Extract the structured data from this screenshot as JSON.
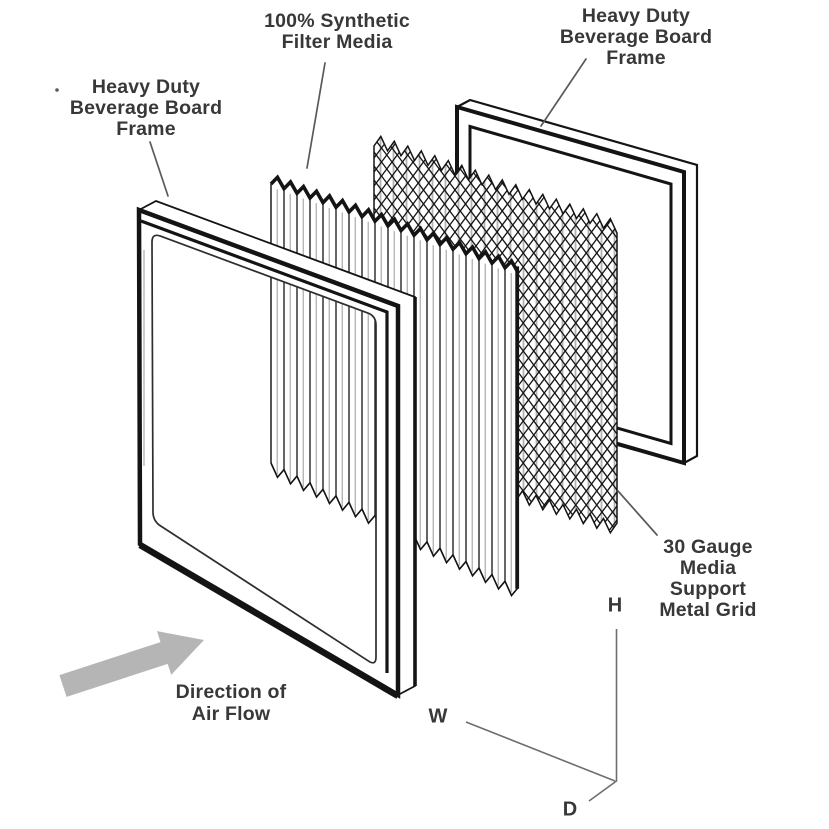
{
  "figure": {
    "colors": {
      "background": "#ffffff",
      "line": "#141414",
      "text": "#383838",
      "arrow": "#b5b5b5",
      "dim_line": "#6e6e6e",
      "leader_line": "#5a5a5a",
      "grid_wire": "#b3b3b3",
      "pleat_shade": "#9a9a9a"
    },
    "labels": {
      "front_frame": {
        "lines": [
          "Heavy Duty",
          "Beverage Board",
          "Frame"
        ]
      },
      "filter_media": {
        "lines": [
          "100% Synthetic",
          "Filter Media"
        ]
      },
      "back_frame": {
        "lines": [
          "Heavy Duty",
          "Beverage Board",
          "Frame"
        ]
      },
      "metal_grid": {
        "lines": [
          "30 Gauge",
          "Media",
          "Support",
          "Metal Grid"
        ]
      },
      "air_flow": {
        "lines": [
          "Direction of",
          "Air Flow"
        ]
      },
      "dimensions": {
        "height": "H",
        "width": "W",
        "depth": "D"
      }
    }
  }
}
